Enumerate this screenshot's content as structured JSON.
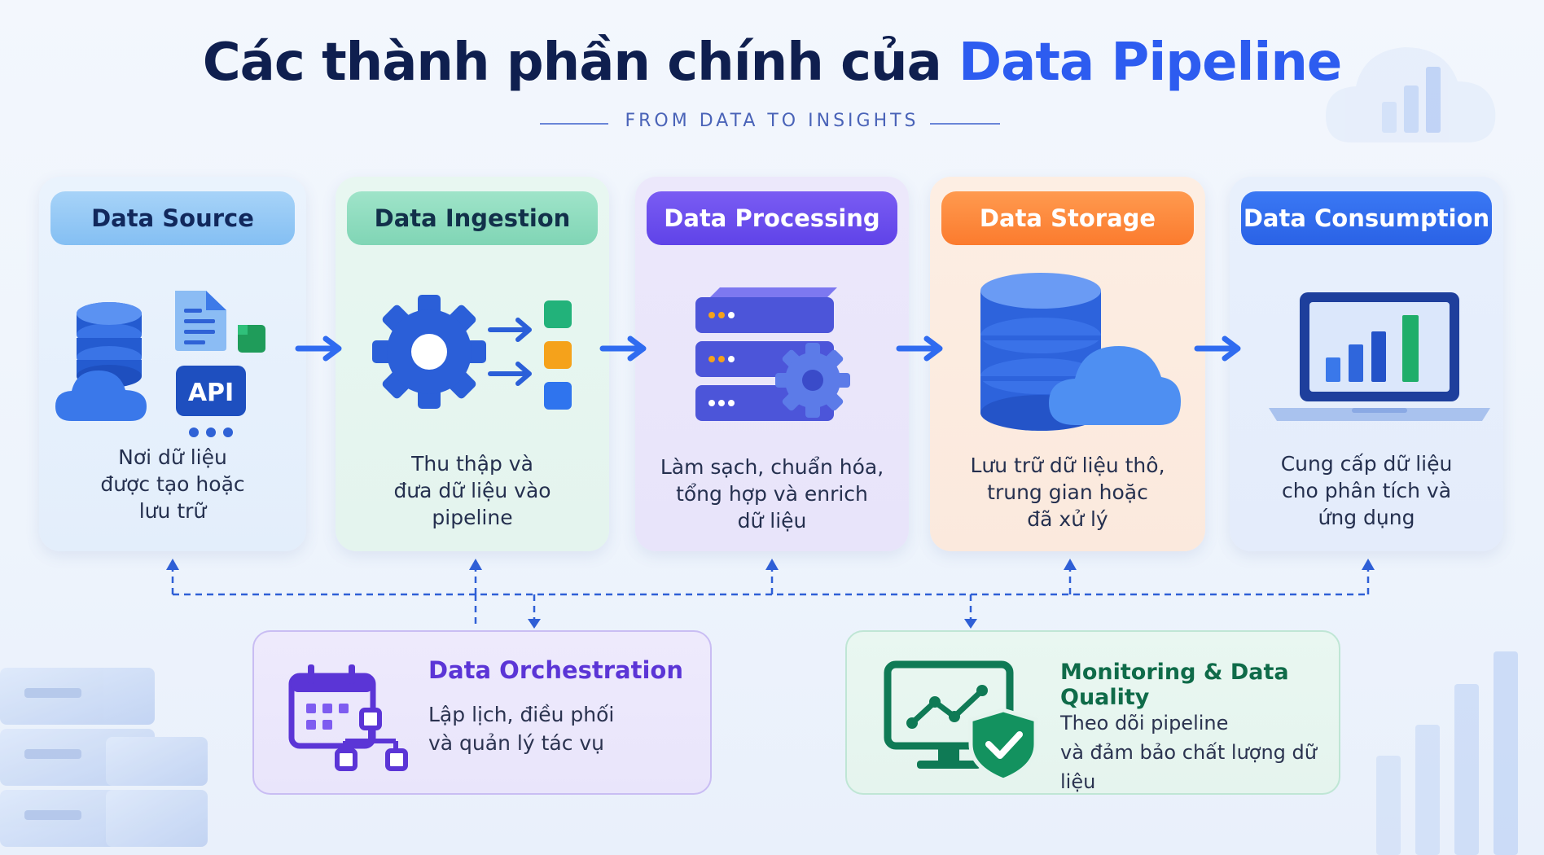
{
  "header": {
    "title_main": "Các thành phần chính của ",
    "title_highlight": "Data Pipeline",
    "subtitle": "FROM DATA TO INSIGHTS"
  },
  "stages": [
    {
      "title": "Data Source",
      "desc": [
        "Nơi dữ liệu",
        "được tạo hoặc",
        "lưu trữ"
      ],
      "api_label": "API"
    },
    {
      "title": "Data Ingestion",
      "desc": [
        "Thu thập và",
        "đưa dữ liệu vào",
        "pipeline"
      ]
    },
    {
      "title": "Data Processing",
      "desc": [
        "Làm sạch, chuẩn hóa,",
        "tổng hợp và enrich",
        "dữ liệu"
      ]
    },
    {
      "title": "Data Storage",
      "desc": [
        "Lưu trữ dữ liệu thô,",
        "trung gian hoặc",
        "đã xử lý"
      ]
    },
    {
      "title": "Data Consumption",
      "desc": [
        "Cung cấp dữ liệu",
        "cho phân tích và",
        "ứng dụng"
      ]
    }
  ],
  "orchestration": {
    "title": "Data Orchestration",
    "desc": [
      "Lập lịch, điều phối",
      "và quản lý tác vụ"
    ]
  },
  "monitoring": {
    "title": "Monitoring & Data Quality",
    "desc": [
      "Theo dõi pipeline",
      "và đảm bảo chất lượng dữ liệu"
    ]
  },
  "colors": {
    "title_dark": "#0f1f4f",
    "title_accent": "#2d5cf0",
    "source": "#8ec5f5",
    "ingestion": "#8fdcc0",
    "processing": "#6a4ff0",
    "storage": "#ff8a3d",
    "consumption": "#2f6bf0",
    "orchestration": "#5b35d6",
    "monitoring": "#0f7a55"
  }
}
